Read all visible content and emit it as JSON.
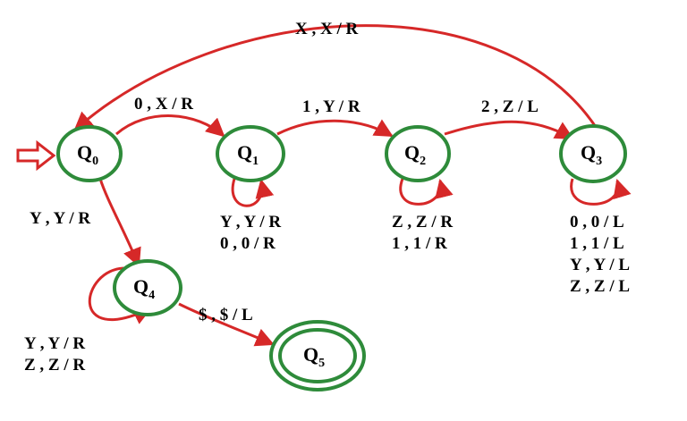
{
  "colors": {
    "state_stroke": "#2e8b3a",
    "edge": "#d62828",
    "start_arrow": "#d62828",
    "text": "#000000"
  },
  "states": [
    {
      "id": "q0",
      "letter": "Q",
      "index": "0"
    },
    {
      "id": "q1",
      "letter": "Q",
      "index": "1"
    },
    {
      "id": "q2",
      "letter": "Q",
      "index": "2"
    },
    {
      "id": "q3",
      "letter": "Q",
      "index": "3"
    },
    {
      "id": "q4",
      "letter": "Q",
      "index": "4"
    },
    {
      "id": "q5",
      "letter": "Q",
      "index": "5",
      "accepting": true
    }
  ],
  "transitions": [
    {
      "from": "q0",
      "to": "q1",
      "labels": [
        "0 , X / R"
      ]
    },
    {
      "from": "q1",
      "to": "q2",
      "labels": [
        "1 , Y / R"
      ]
    },
    {
      "from": "q2",
      "to": "q3",
      "labels": [
        "2 , Z / L"
      ]
    },
    {
      "from": "q3",
      "to": "q0",
      "labels": [
        "X , X / R"
      ]
    },
    {
      "from": "q0",
      "to": "q4",
      "labels": [
        "Y , Y / R"
      ]
    },
    {
      "from": "q4",
      "to": "q5",
      "labels": [
        "$ , $ / L"
      ]
    },
    {
      "from": "q1",
      "to": "q1",
      "labels": [
        "Y , Y / R",
        "0 , 0 / R"
      ]
    },
    {
      "from": "q2",
      "to": "q2",
      "labels": [
        "Z , Z / R",
        "1 , 1 / R"
      ]
    },
    {
      "from": "q3",
      "to": "q3",
      "labels": [
        "0 , 0 / L",
        "1 , 1 / L",
        "Y , Y / L",
        "Z , Z / L"
      ]
    },
    {
      "from": "q4",
      "to": "q4",
      "labels": [
        "Y , Y / R",
        "Z , Z / R"
      ]
    }
  ]
}
